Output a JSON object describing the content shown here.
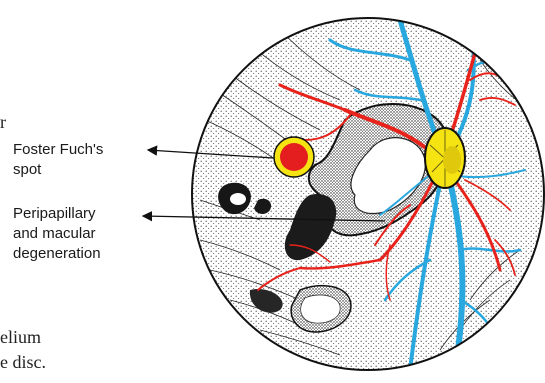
{
  "page_fragments": {
    "left_char": "r",
    "line_1": "elium",
    "line_2": "e disc."
  },
  "labels": {
    "foster_line1": "Foster Fuch's",
    "foster_line2": "spot",
    "peri_line1": "Peripapillary",
    "peri_line2": "and macular",
    "peri_line3": "degeneration"
  },
  "colors": {
    "arteries": "#e8231c",
    "veins": "#29a7df",
    "optic_disc": "#f5e312",
    "foster_fuchs_spot": "#e41e1e",
    "pigment": "#111111"
  }
}
